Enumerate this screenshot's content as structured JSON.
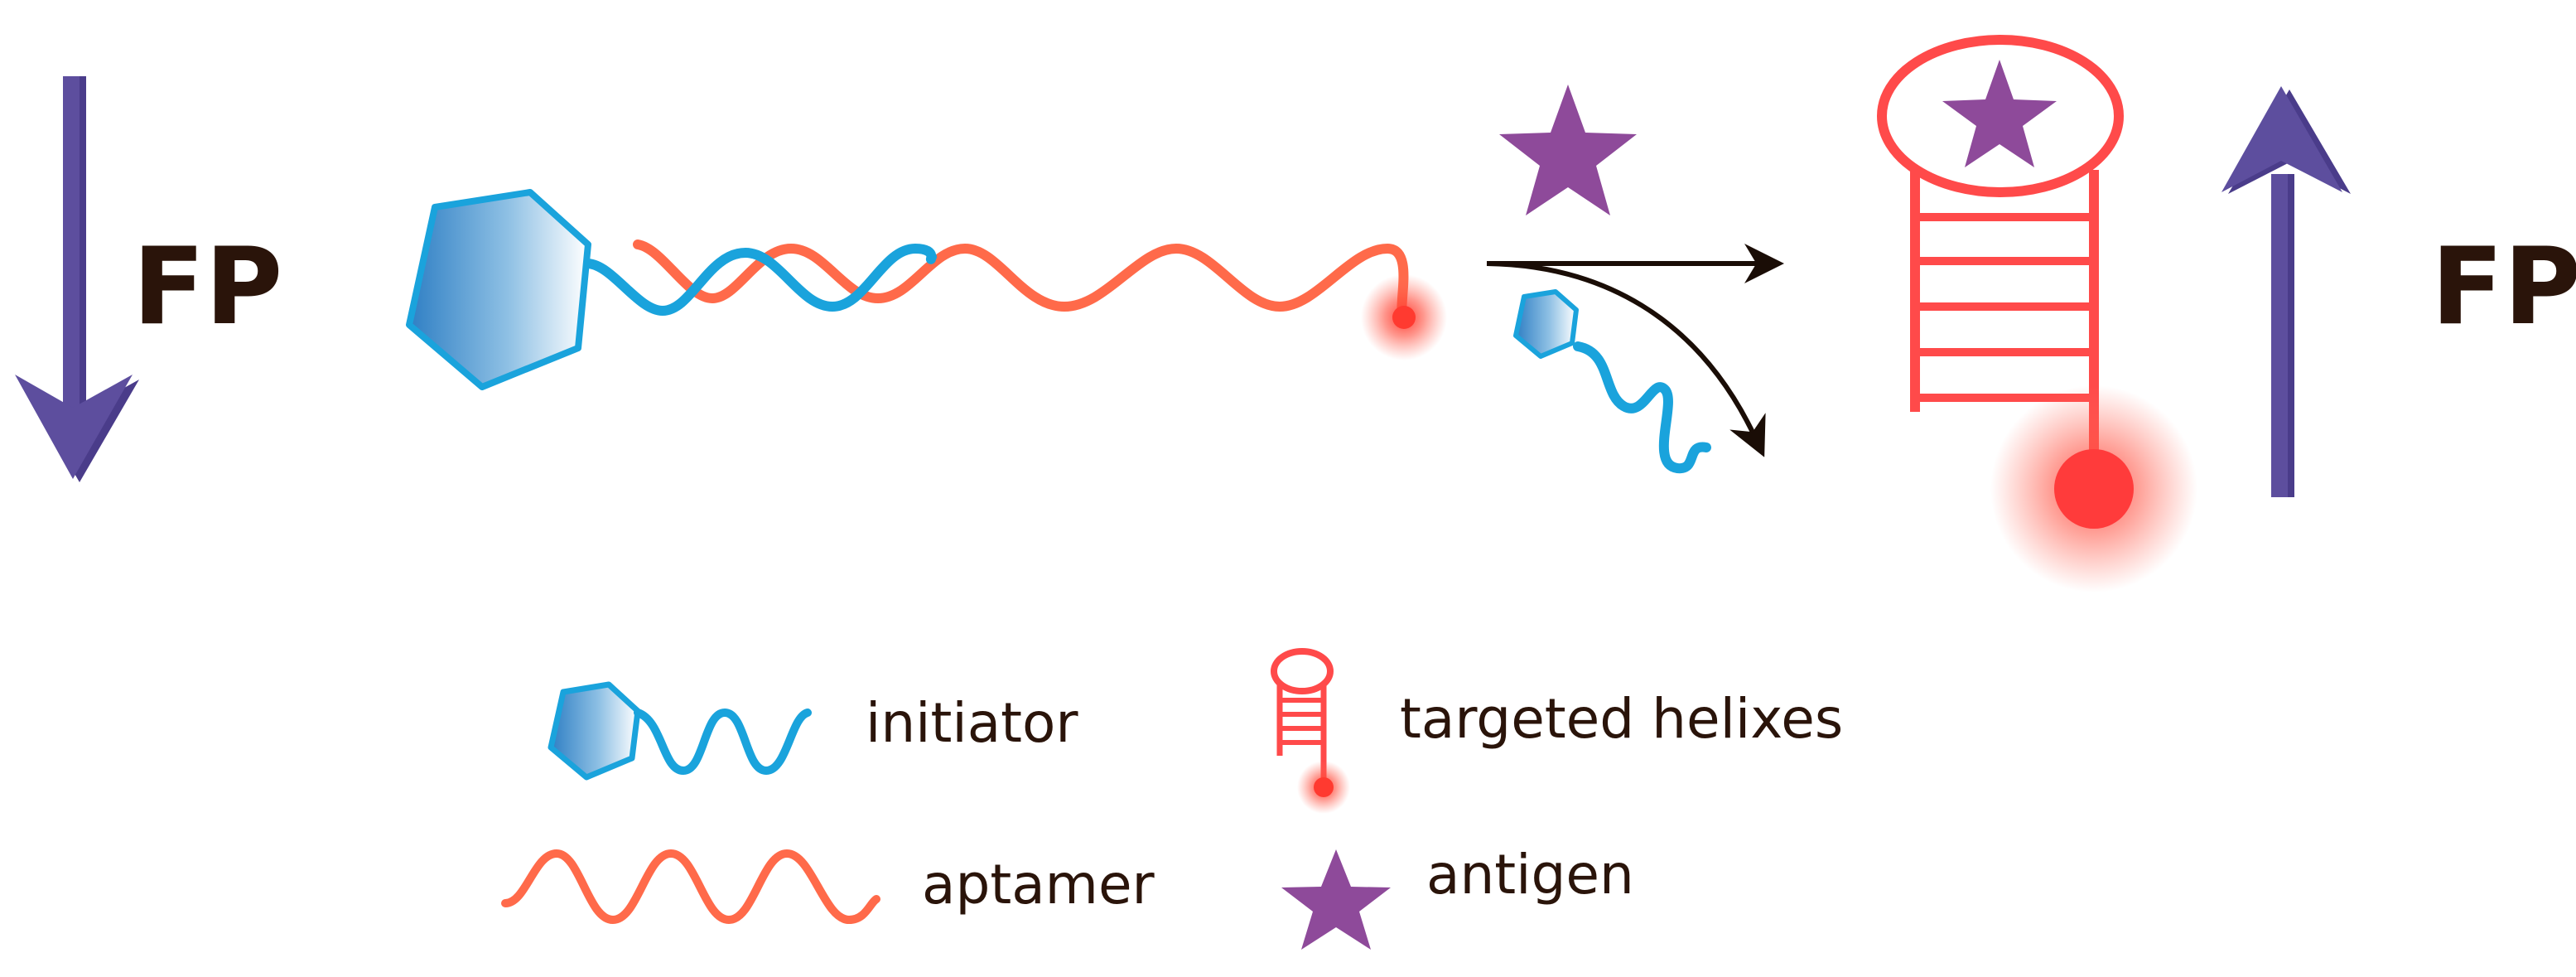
{
  "labels": {
    "fp_left": "FP",
    "fp_right": "FP"
  },
  "legend": {
    "initiator": "initiator",
    "aptamer": "aptamer",
    "targeted_helixes": "targeted helixes",
    "antigen": "antigen"
  },
  "colors": {
    "arrow_purple": "#5d4e9e",
    "hexagon_blue": "#1aa3dc",
    "aptamer_orange": "#ff6a4a",
    "helix_red": "#ff4a4a",
    "antigen_purple": "#8e4a9a",
    "text_dark": "#2a140a"
  }
}
